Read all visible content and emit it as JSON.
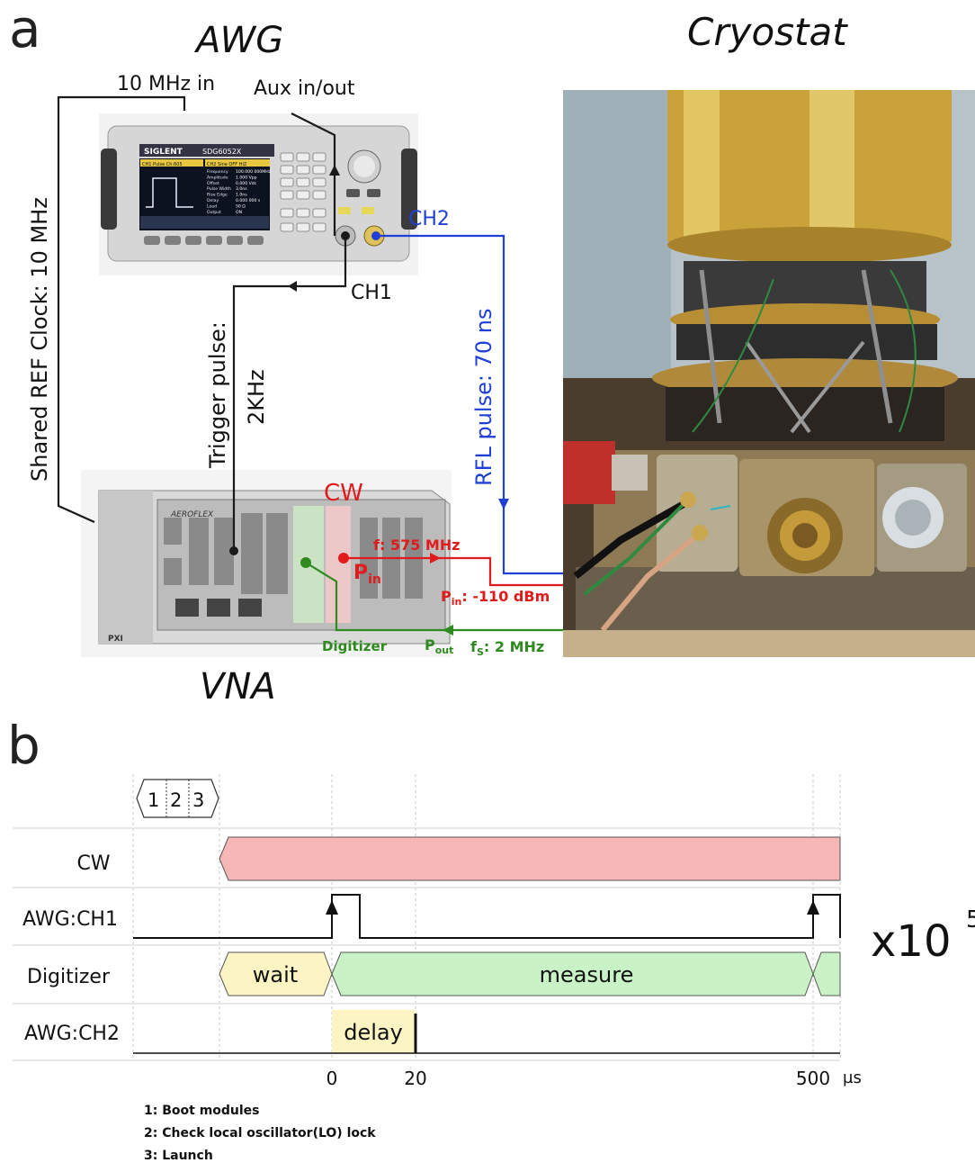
{
  "panel_a": {
    "label": "a",
    "awg_title": "AWG",
    "cryostat_title": "Cryostat",
    "vna_title": "VNA",
    "awg_device": {
      "brand": "SIGLENT",
      "model": "SDG6052X",
      "screen_tab1": "CH1 Pulse Ch:605",
      "screen_tab2": "CH2 Sine OFF HiZ",
      "params": [
        "Frequency",
        "Amplitude",
        "Offset",
        "Pulse Width",
        "Rise Edge",
        "Delay",
        "Load",
        "Output"
      ],
      "values": [
        "100.000 000MHz",
        "1.000 Vpp",
        "0.000 Vdc",
        "3.0ns",
        "1.0ns",
        "0.000 000 s",
        "50 Ω",
        "ON"
      ]
    },
    "vna_device": {
      "brand": "AEROFLEX",
      "chassis_label": "PXI"
    },
    "labels": {
      "ten_mhz_in": "10 MHz in",
      "aux_in_out": "Aux in/out",
      "ch2": "CH2",
      "ch1": "CH1",
      "shared_ref_clock": "Shared REF Clock: 10 MHz",
      "trigger_pulse": "Trigger pulse:",
      "trigger_rate": "2KHz",
      "rfl_pulse": "RFL pulse: 70 ns",
      "cw": "CW",
      "freq": "f: 575 MHz",
      "pin_main": "P",
      "pin_sub": "in",
      "pin_power_main": "P",
      "pin_power_sub": "in",
      "pin_power_value": ": -110 dBm",
      "digitizer": "Digitizer",
      "pout_main": "P",
      "pout_sub": "out",
      "fs_main": "f",
      "fs_sub": "S",
      "fs_value": ": 2 MHz"
    },
    "colors": {
      "ref": "#1a1a1a",
      "ch2": "#1f3fd6",
      "cw": "#e11b1b",
      "digitizer": "#2f8a1f"
    }
  },
  "panel_b": {
    "label": "b",
    "steps": [
      "1",
      "2",
      "3"
    ],
    "rows": [
      "CW",
      "AWG:CH1",
      "Digitizer",
      "AWG:CH2"
    ],
    "states": {
      "wait": "wait",
      "measure": "measure",
      "delay": "delay"
    },
    "ticks": [
      "0",
      "20",
      "500"
    ],
    "unit": "µs",
    "repeat": "x10",
    "legend": [
      "1: Boot modules",
      "2: Check local oscillator(LO) lock",
      "3: Launch"
    ],
    "colors": {
      "cw": "#f7b7b7",
      "wait": "#fdf4c4",
      "measure": "#c9f3c6",
      "delay": "#fdf4c4"
    }
  }
}
